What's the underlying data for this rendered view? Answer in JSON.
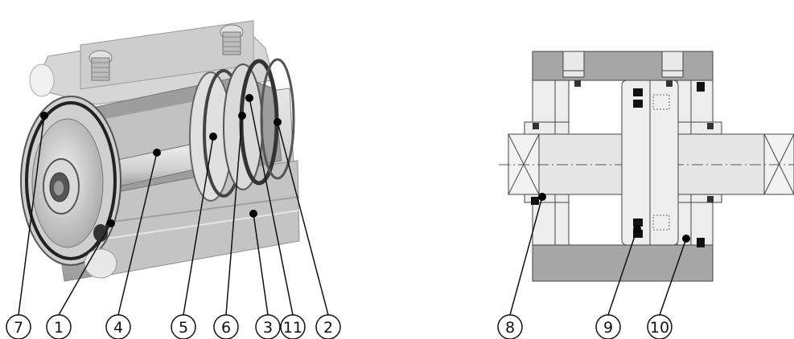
{
  "callouts_left": [
    "7",
    "1",
    "4",
    "5",
    "6",
    "3",
    "11",
    "2"
  ],
  "callouts_right": [
    "8",
    "9",
    "10"
  ],
  "colors": {
    "body_light": "#dcdcdc",
    "body_mid": "#b9b9b9",
    "body_dark": "#8a8a8a",
    "section_fill": "#a6a6a6",
    "shaft_fill": "#e6e6e6",
    "seal": "#111111",
    "leader": "#111111"
  }
}
